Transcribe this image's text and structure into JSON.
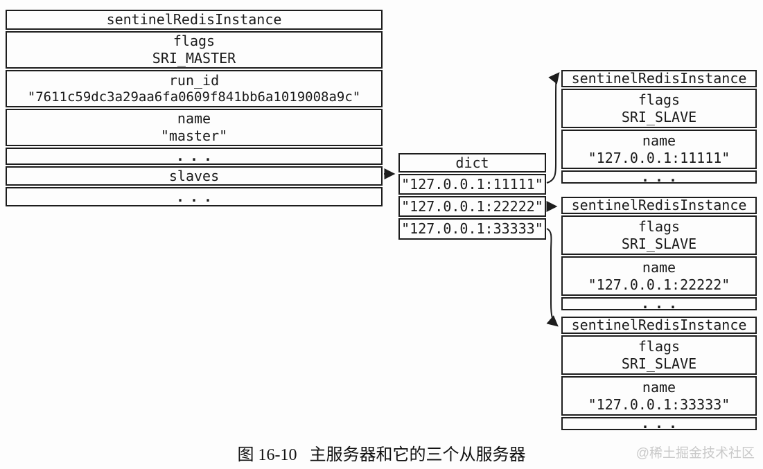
{
  "figure": {
    "master_box": {
      "title": "sentinelRedisInstance",
      "flags_label": "flags",
      "flags_value": "SRI_MASTER",
      "run_id_label": "run_id",
      "run_id_value": "\"7611c59dc3a29aa6fa0609f841bb6a1019008a9c\"",
      "name_label": "name",
      "name_value": "\"master\"",
      "ellipsis_1": "...",
      "slaves_label": "slaves",
      "ellipsis_2": "..."
    },
    "dict_box": {
      "title": "dict",
      "entries": [
        "\"127.0.0.1:11111\"",
        "\"127.0.0.1:22222\"",
        "\"127.0.0.1:33333\""
      ]
    },
    "slave_boxes": [
      {
        "title": "sentinelRedisInstance",
        "flags_label": "flags",
        "flags_value": "SRI_SLAVE",
        "name_label": "name",
        "name_value": "\"127.0.0.1:11111\"",
        "ellipsis": "..."
      },
      {
        "title": "sentinelRedisInstance",
        "flags_label": "flags",
        "flags_value": "SRI_SLAVE",
        "name_label": "name",
        "name_value": "\"127.0.0.1:22222\"",
        "ellipsis": "..."
      },
      {
        "title": "sentinelRedisInstance",
        "flags_label": "flags",
        "flags_value": "SRI_SLAVE",
        "name_label": "name",
        "name_value": "\"127.0.0.1:33333\"",
        "ellipsis": "..."
      }
    ],
    "caption": "图 16-10   主服务器和它的三个从服务器",
    "watermark": "@稀土掘金技术社区",
    "colors": {
      "line": "#1d1d1d",
      "text": "#1a1a1a",
      "watermark": "#c9c9c9",
      "background": "#fdfdfd"
    }
  }
}
